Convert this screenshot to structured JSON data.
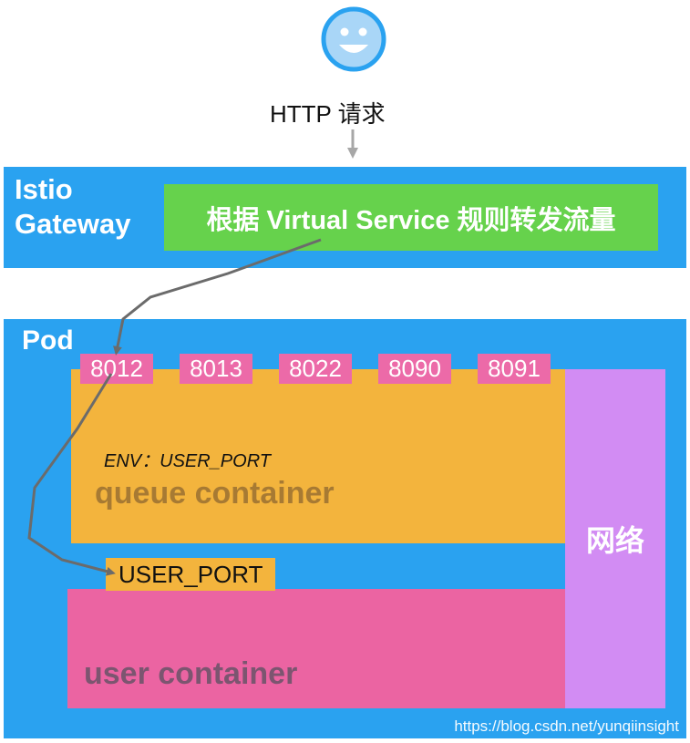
{
  "request": {
    "label": "HTTP 请求"
  },
  "gateway": {
    "title": "Istio\nGateway",
    "rule": "根据 Virtual Service 规则转发流量"
  },
  "pod": {
    "title": "Pod",
    "ports": [
      "8012",
      "8013",
      "8022",
      "8090",
      "8091"
    ],
    "queue_container": {
      "env": "ENV：USER_PORT",
      "label": "queue container"
    },
    "network": "网络",
    "user_port_tag": "USER_PORT",
    "user_container": {
      "label": "user container"
    }
  },
  "watermark": "https://blog.csdn.net/yunqiinsight",
  "colors": {
    "blue": "#2aa2f0",
    "green": "#66d24c",
    "orange": "#f3b43d",
    "pink": "#eb64a2",
    "purple": "#d28cf3",
    "arrow": "#6b6b6b"
  }
}
